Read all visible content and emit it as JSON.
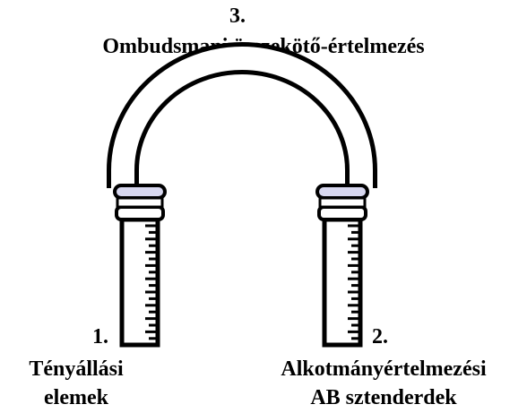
{
  "top_label": {
    "number": "3.",
    "text": "Ombudsmani összekötő-értelmezés"
  },
  "left_label": {
    "number": "1.",
    "line1": "Tényállási",
    "line2": "elemek"
  },
  "right_label": {
    "number": "2.",
    "line1": "Alkotmányértelmezési",
    "line2": "AB sztenderdek"
  },
  "colors": {
    "ring": "#d8d8f0",
    "stroke": "#000000",
    "fill": "#ffffff"
  }
}
